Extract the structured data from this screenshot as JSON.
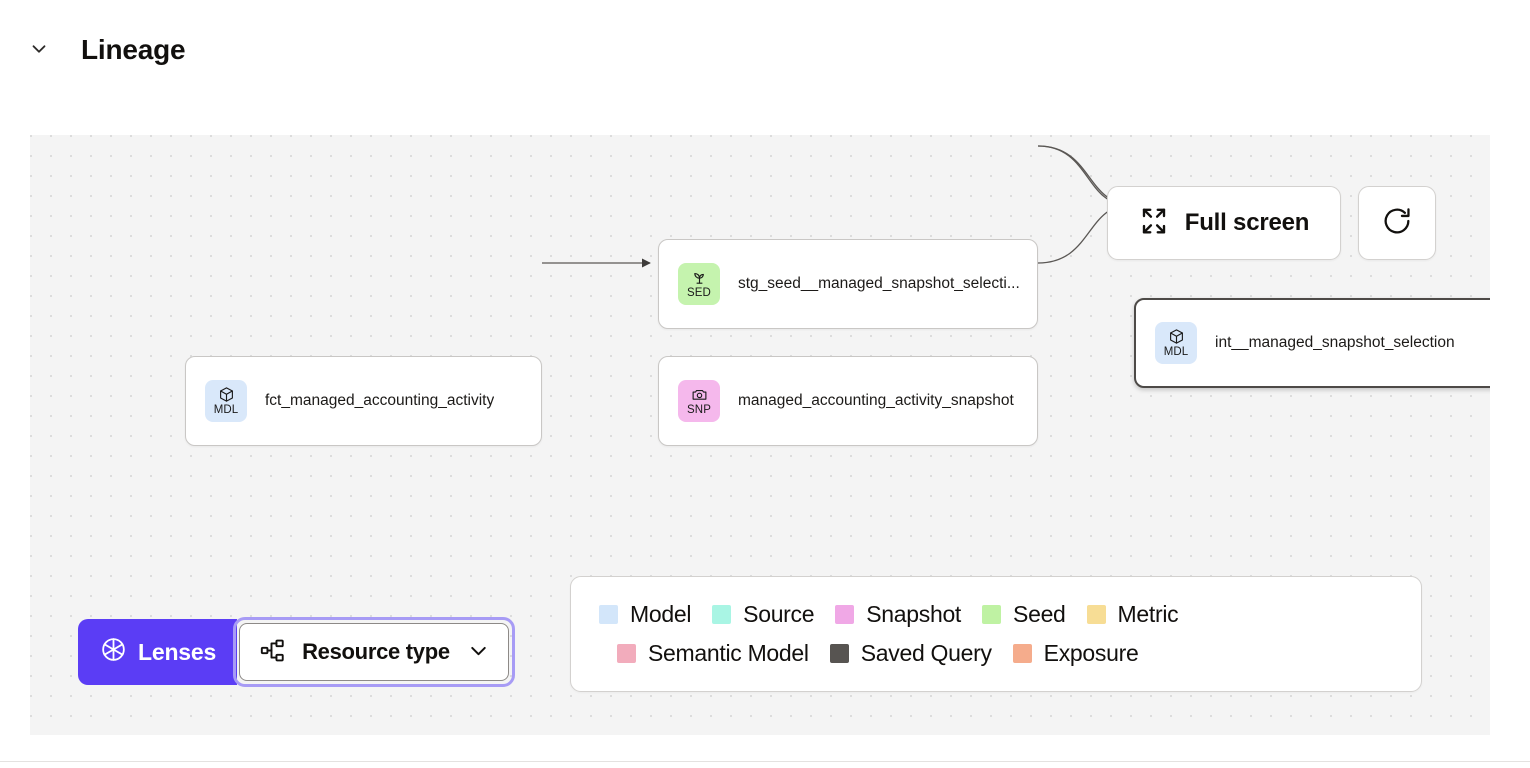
{
  "header": {
    "title": "Lineage",
    "toggle_icon": "chevron-down-icon"
  },
  "canvas": {
    "controls": {
      "fullscreen_label": "Full screen",
      "fullscreen_icon": "expand-arrows-icon",
      "refresh_icon": "refresh-icon"
    },
    "nodes": [
      {
        "id": "fct_managed_accounting_activity",
        "label": "fct_managed_accounting_activity",
        "type_code": "MDL",
        "type_name": "Model",
        "icon": "cube-icon",
        "badge_bg": "#d9e8fa",
        "selected": false
      },
      {
        "id": "stg_seed__managed_snapshot_selection",
        "label": "stg_seed__managed_snapshot_selecti...",
        "type_code": "SED",
        "type_name": "Seed",
        "icon": "sprout-icon",
        "badge_bg": "#c5f3ae",
        "selected": false
      },
      {
        "id": "managed_accounting_activity_snapshot",
        "label": "managed_accounting_activity_snapshot",
        "type_code": "SNP",
        "type_name": "Snapshot",
        "icon": "camera-icon",
        "badge_bg": "#f5b8ec",
        "selected": false
      },
      {
        "id": "int__managed_snapshot_selection",
        "label": "int__managed_snapshot_selection",
        "type_code": "MDL",
        "type_name": "Model",
        "icon": "cube-icon",
        "badge_bg": "#d9e8fa",
        "selected": true
      }
    ]
  },
  "toolbar": {
    "lenses_label": "Lenses",
    "lenses_icon": "aperture-icon",
    "lenses_bg": "#5b3df5",
    "resource_type_label": "Resource type",
    "resource_type_icon": "hierarchy-icon",
    "resource_type_chevron": "chevron-down-icon",
    "focus_ring_color": "#a79bf5"
  },
  "legend": {
    "row1": [
      {
        "label": "Model",
        "color": "#d3e6fa"
      },
      {
        "label": "Source",
        "color": "#a9f5e4"
      },
      {
        "label": "Snapshot",
        "color": "#f0a8e6"
      },
      {
        "label": "Seed",
        "color": "#bff2a3"
      },
      {
        "label": "Metric",
        "color": "#f7dd95"
      }
    ],
    "row2": [
      {
        "label": "Semantic Model",
        "color": "#f2acbc"
      },
      {
        "label": "Saved Query",
        "color": "#575451"
      },
      {
        "label": "Exposure",
        "color": "#f5ac8c"
      }
    ]
  }
}
